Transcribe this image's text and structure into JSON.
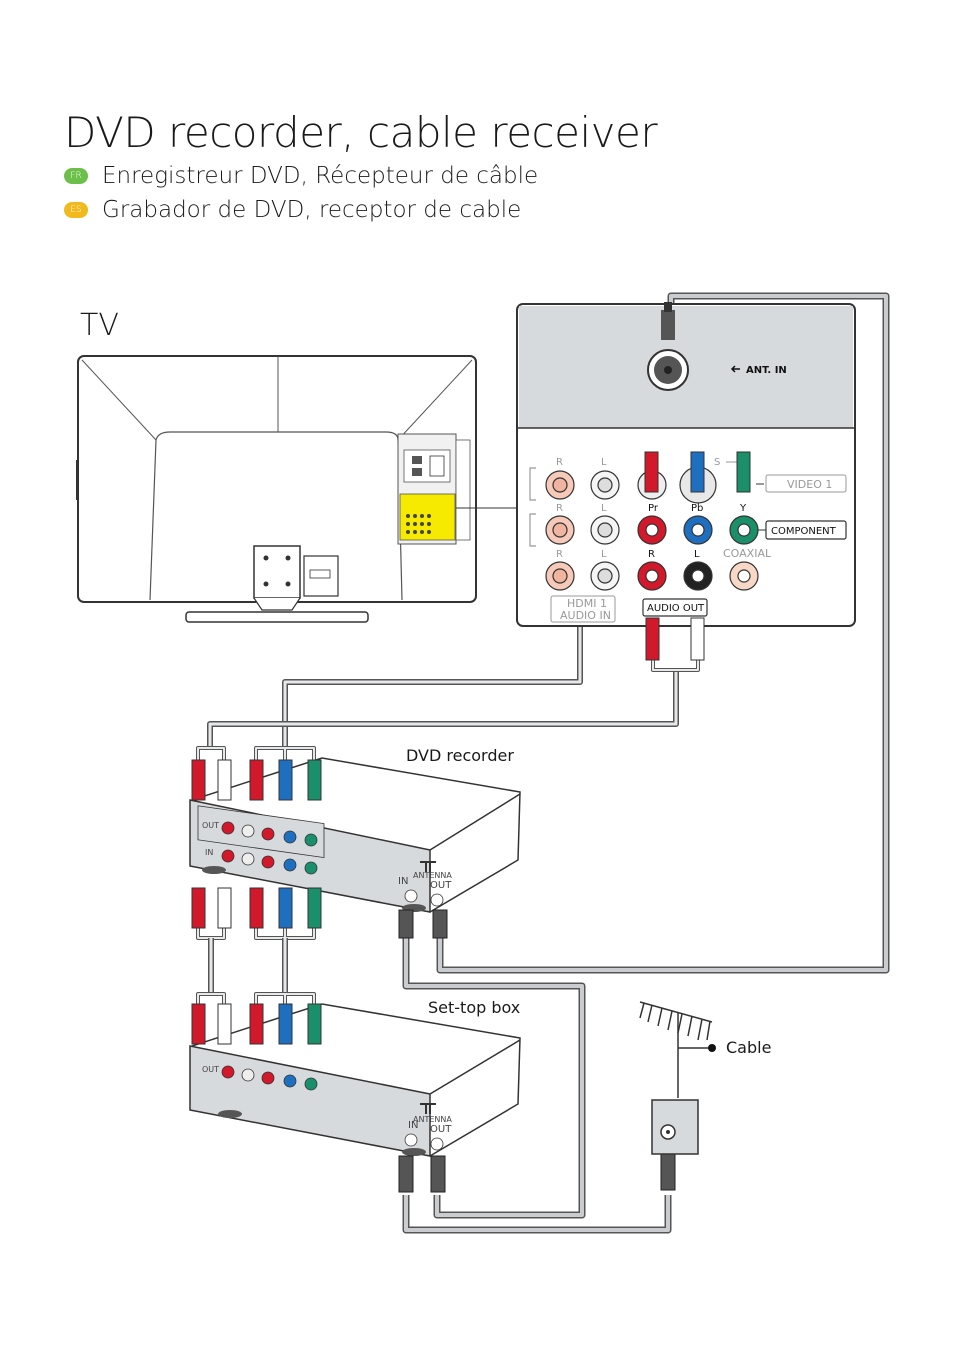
{
  "title": "DVD recorder, cable receiver",
  "translations": [
    {
      "badge": "FR",
      "text": "Enregistreur DVD, Récepteur de câble"
    },
    {
      "badge": "ES",
      "text": "Grabador de DVD, receptor de cable"
    }
  ],
  "tv_label": "TV",
  "device_labels": {
    "dvd_recorder": "DVD recorder",
    "set_top_box": "Set-top box",
    "cable": "Cable"
  },
  "panel_labels": {
    "ant_in": "ANT. IN",
    "video1": "VIDEO 1",
    "component": "COMPONENT",
    "coaxial": "COAXIAL",
    "audio_out": "AUDIO OUT",
    "hdmi_audio_in": [
      "HDMI 1",
      "AUDIO IN"
    ],
    "r": "R",
    "l": "L",
    "s": "S",
    "pr": "Pr",
    "pb": "Pb",
    "y": "Y"
  },
  "box_labels": {
    "out": "OUT",
    "in": "IN",
    "antenna": "ANTENNA"
  },
  "colors": {
    "red": "#d1192b",
    "white": "#ffffff",
    "blue": "#1f6fc0",
    "green": "#1a8f6a",
    "cable_gray": "#b8bcc0",
    "panel_gray": "#d7dadc"
  }
}
